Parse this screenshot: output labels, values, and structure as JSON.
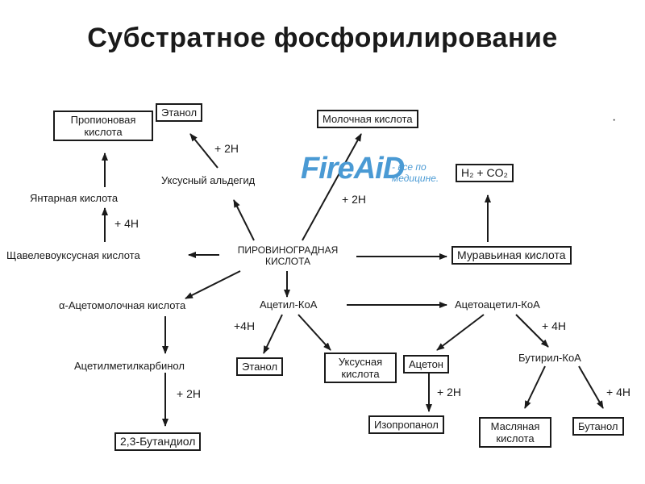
{
  "title": "Субстратное фосфорилирование",
  "watermark": {
    "logo": "FireAiD",
    "tagline": "- все по медицине."
  },
  "nodes": {
    "propionic": "Пропионовая кислота",
    "ethanol_top": "Этанол",
    "lactic": "Молочная кислота",
    "acetaldehyde": "Уксусный альдегид",
    "succinic": "Янтарная кислота",
    "h2co2": "H₂ + CO₂",
    "oxaloacetic": "Щавелевоуксусная кислота",
    "pyruvic": "ПИРОВИНОГРАДНАЯ КИСЛОТА",
    "formic": "Муравьиная кислота",
    "acetolactic": "α-Ацетомолочная кислота",
    "acetylcoa": "Ацетил-КоА",
    "acetoacetylcoa": "Ацетоацетил-КоА",
    "acetylmethylcarbinol": "Ацетилметилкарбинол",
    "ethanol_bottom": "Этанол",
    "acetic": "Уксусная кислота",
    "acetone": "Ацетон",
    "butyrylcoa": "Бутирил-КоА",
    "isopropanol": "Изопропанол",
    "butyric": "Масляная кислота",
    "butanol": "Бутанол",
    "butanediol": "2,3-Бутандиол"
  },
  "labels": {
    "l1": "+ 2H",
    "l2": "+ 2H",
    "l3": "+ 4H",
    "l4": "+4H",
    "l5": "+ 4H",
    "l6": "+ 2H",
    "l7": "+ 2H",
    "l8": "+ 4H"
  }
}
